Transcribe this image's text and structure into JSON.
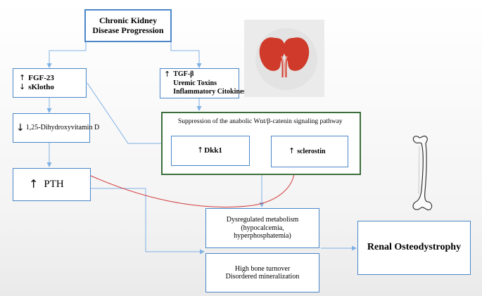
{
  "nodes": {
    "ckd": "Chronic Kidney Disease Progression",
    "fgf23": "FGF-23",
    "sklotho": "sKlotho",
    "tgfb": "TGF-β",
    "uremic": "Uremic Toxins",
    "inflam": "Inflammatory  Citokines",
    "vitd": "1,25-Dihydroxyvitamin  D",
    "pth": "PTH",
    "signaling_title": "Suppression  of the anabolic  Wnt/β-catenin  signaling  pathway",
    "dkk1": "Dkk1",
    "sclerostin": "sclerostin",
    "dysreg_1": "Dysregulated metabolism",
    "dysreg_2": "(hypocalcemia,",
    "dysreg_3": "hyperphosphatemia)",
    "bone_1": "High bone turnover",
    "bone_2": "Disordered mineralization",
    "renal": "Renal Osteodystrophy"
  },
  "symbols": {
    "up": "↑",
    "down": "↓"
  },
  "colors": {
    "box_border": "#4a86c8",
    "connector": "#7fb2e5",
    "signal_border": "#3c6e3c",
    "pth_curve": "#d23a3a",
    "kidney": "#cf3a2a"
  },
  "icons": [
    "kidney-icon",
    "femur-bone-icon"
  ]
}
